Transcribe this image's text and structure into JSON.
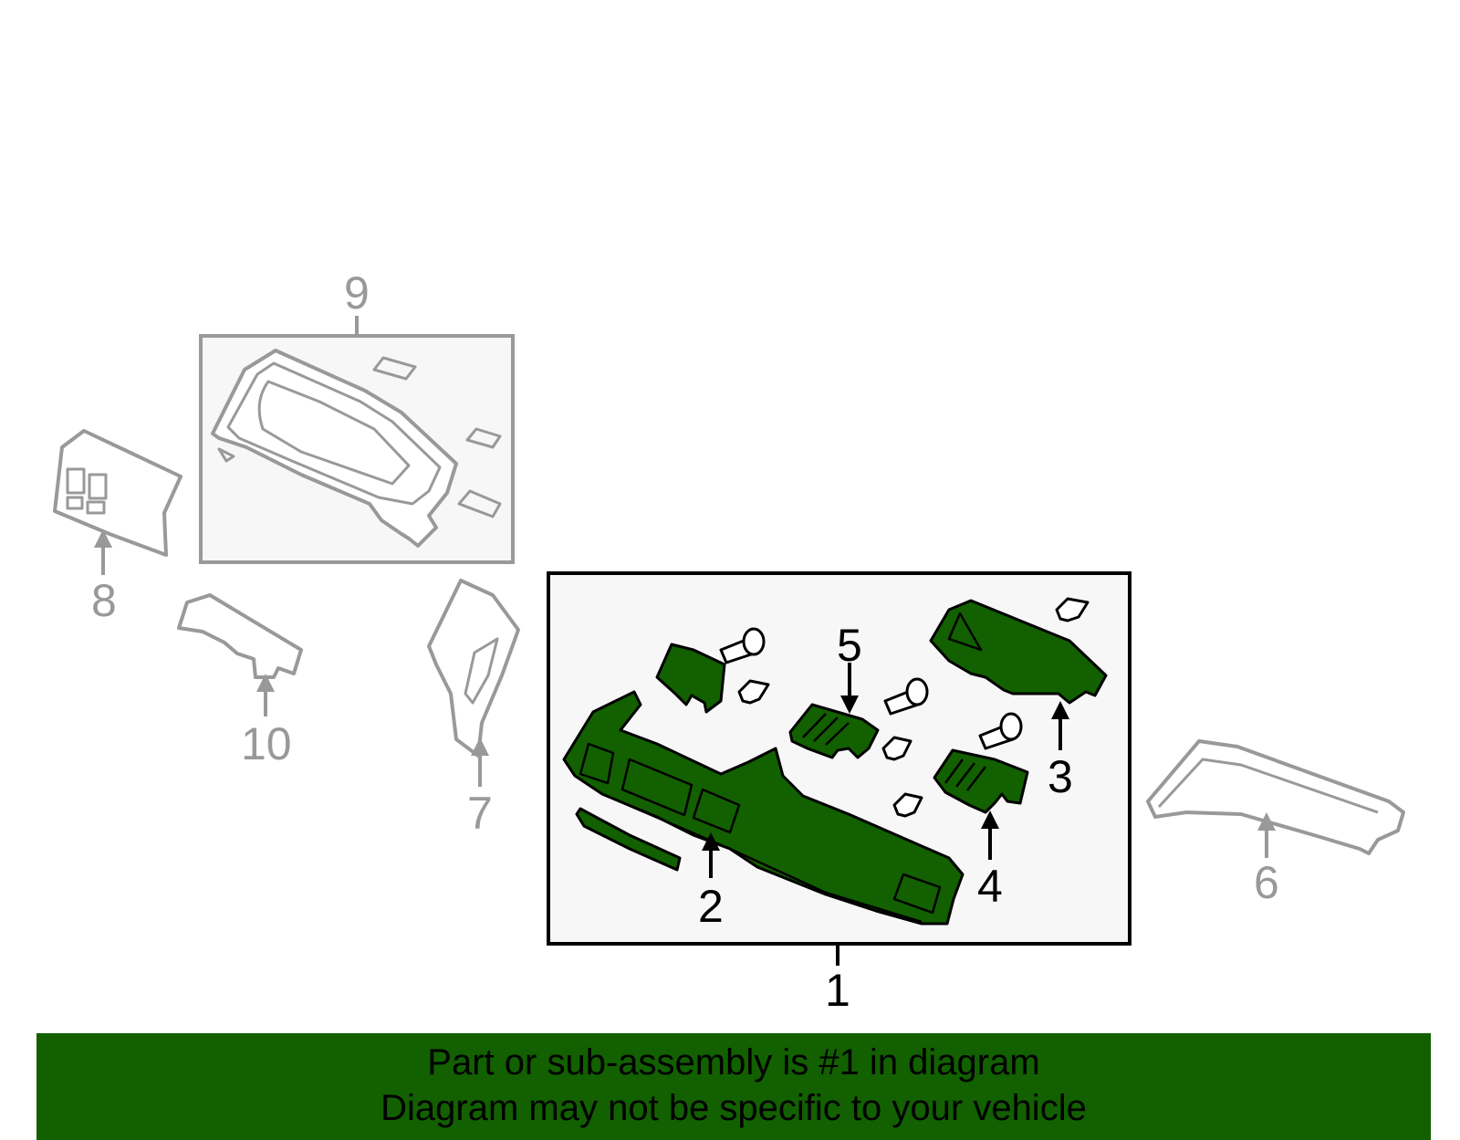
{
  "diagram": {
    "highlight_color": "#126000",
    "muted_color": "#999999",
    "box_fill": "#f7f7f7",
    "callouts": {
      "c1": "1",
      "c2": "2",
      "c3": "3",
      "c4": "4",
      "c5": "5",
      "c6": "6",
      "c7": "7",
      "c8": "8",
      "c9": "9",
      "c10": "10"
    }
  },
  "banner": {
    "line1": "Part or sub-assembly is #1 in diagram",
    "line2": "Diagram may not be specific to your vehicle",
    "background": "#126000"
  }
}
